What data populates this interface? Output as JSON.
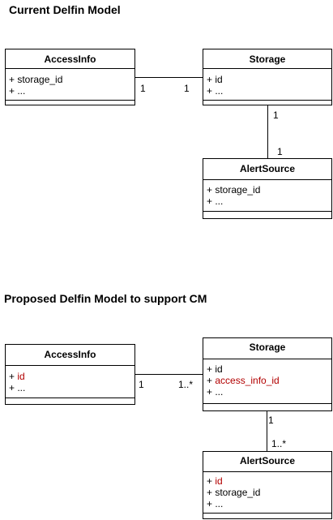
{
  "current": {
    "title": "Current Delfin Model",
    "access_info": {
      "name": "AccessInfo",
      "attrs": [
        {
          "prefix": "+ ",
          "name": "storage_id"
        },
        {
          "prefix": "+ ",
          "name": "..."
        }
      ]
    },
    "storage": {
      "name": "Storage",
      "attrs": [
        {
          "prefix": "+ ",
          "name": "id"
        },
        {
          "prefix": "+ ",
          "name": "..."
        }
      ]
    },
    "alert_source": {
      "name": "AlertSource",
      "attrs": [
        {
          "prefix": "+ ",
          "name": "storage_id"
        },
        {
          "prefix": "+ ",
          "name": "..."
        }
      ]
    },
    "assoc_access_storage": {
      "left": "1",
      "right": "1"
    },
    "assoc_storage_alert": {
      "top": "1",
      "bottom": "1"
    }
  },
  "proposed": {
    "title": "Proposed Delfin Model to support CM",
    "access_info": {
      "name": "AccessInfo",
      "attrs": [
        {
          "prefix": "+ ",
          "name": "id"
        },
        {
          "prefix": "+ ",
          "name": "..."
        }
      ]
    },
    "storage": {
      "name": "Storage",
      "attrs": [
        {
          "prefix": "+ ",
          "name": "id"
        },
        {
          "prefix": "+ ",
          "name": "access_info_id"
        },
        {
          "prefix": "+ ",
          "name": "..."
        }
      ]
    },
    "alert_source": {
      "name": "AlertSource",
      "attrs": [
        {
          "prefix": "+ ",
          "name": "id"
        },
        {
          "prefix": "+ ",
          "name": "storage_id"
        },
        {
          "prefix": "+ ",
          "name": "..."
        }
      ]
    },
    "assoc_access_storage": {
      "left": "1",
      "right": "1..*"
    },
    "assoc_storage_alert": {
      "top": "1",
      "bottom": "1..*"
    }
  },
  "colors": {
    "line": "#000000",
    "highlight": "#b20000"
  }
}
